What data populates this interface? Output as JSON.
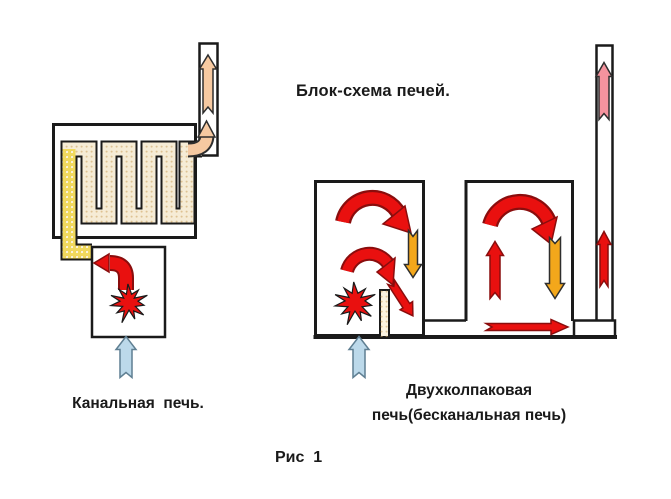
{
  "figure": {
    "title": "Блок-схема печей.",
    "caption": "Рис  1"
  },
  "left_diagram": {
    "label": "Канальная  печь."
  },
  "right_diagram": {
    "label_line1": "Двухколпаковая",
    "label_line2": "печь(бесканальная печь)"
  },
  "colors": {
    "ink": "#1a1a1a",
    "red": "#e9100f",
    "orange": "#f3a71b",
    "pink": "#f5939e",
    "peach": "#f6c9a1",
    "blue": "#bcd9ea",
    "channel_yellow": "#f1d95c",
    "channel_cream": "#f6ecd6",
    "partition_fill": "#faf2e0",
    "red_outline": "#8a0d0d",
    "dark_outline": "#2e2e2e",
    "blue_outline": "#5f7f92"
  }
}
